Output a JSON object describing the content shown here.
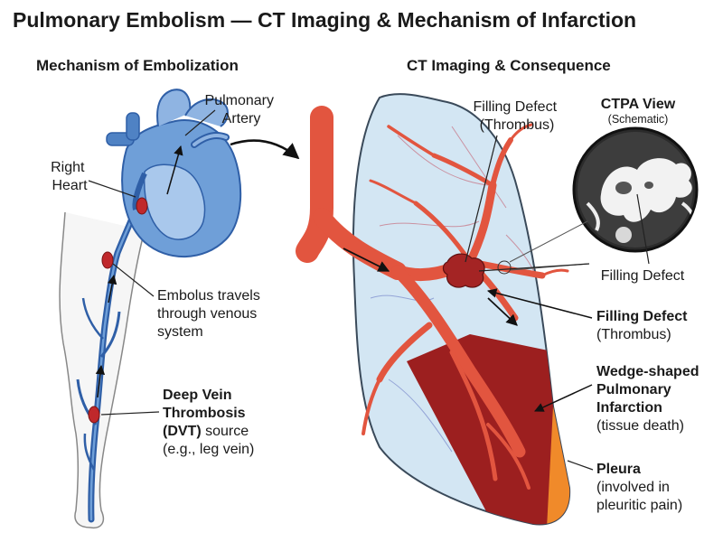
{
  "title": "Pulmonary Embolism — CT Imaging & Mechanism of Infarction",
  "left_panel": {
    "heading": "Mechanism of Embolization",
    "pulmonary_artery": [
      "Pulmonary",
      "Artery"
    ],
    "right_heart": [
      "Right",
      "Heart"
    ],
    "embolus": [
      "Embolus travels",
      "through venous",
      "system"
    ],
    "dvt_bold": [
      "Deep Vein",
      "Thrombosis",
      "(DVT)"
    ],
    "dvt_rest": " source",
    "dvt_example": "(e.g., leg vein)"
  },
  "right_panel": {
    "heading": "CT Imaging & Consequence",
    "filling_defect_top": [
      "Filling Defect",
      "(Thrombus)"
    ],
    "ctpa_title": "CTPA View",
    "ctpa_subtitle": "(Schematic)",
    "ctpa_filling_defect": "Filling Defect",
    "filling_defect_bold": "Filling Defect",
    "filling_defect_sub": "(Thrombus)",
    "infarct_bold": [
      "Wedge-shaped",
      "Pulmonary",
      "Infarction"
    ],
    "infarct_sub": "(tissue death)",
    "pleura_bold": "Pleura",
    "pleura_sub": [
      "(involved in",
      "pleuritic pain)"
    ]
  },
  "colors": {
    "vein_blue": "#2f5fa7",
    "heart_blue": "#6f9fd8",
    "artery_red": "#e2553f",
    "thrombus": "#a42424",
    "infarct": "#9c1f1f",
    "pleura_orange": "#f08a2a",
    "lung_fill": "#d3e6f3"
  },
  "icons": [
    "arrow-right-icon",
    "thrombus-icon"
  ]
}
